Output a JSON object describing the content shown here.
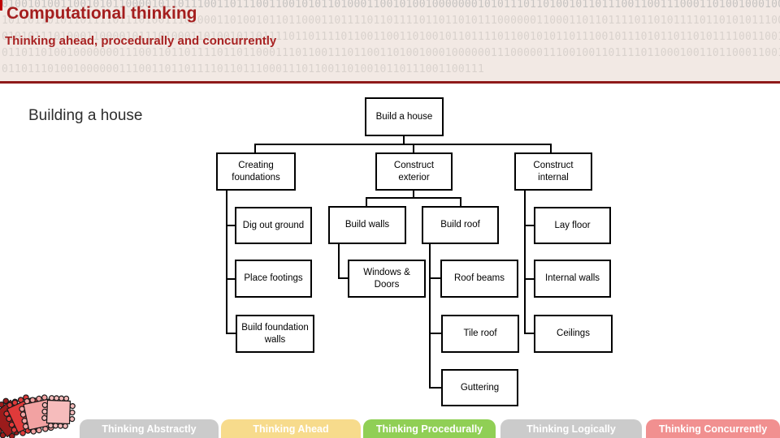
{
  "header": {
    "title": "Computational thinking",
    "subtitle": "Thinking ahead, procedurally and concurrently",
    "binary_rows": [
      "01001010011001010110000101101110011011100110010101101000110010100100000001010111011010010110111001100111000110100100010000001",
      "10110110101101111011101001110100011010010110110001101111011011110110110101110000001100011011011110110101111011010101110000011",
      "01010111010001100001011101000110100101101111011011110110011001101001011011110110010101101110010111010110110101111001100110011",
      "01101101001000000011100110110111101101100011101100111011001101001000100000011100000111001001101111011000100110110001100101101",
      "01101110100100000011100110110111101101110001110110011010010110111001100111"
    ]
  },
  "main": {
    "heading": "Building a house"
  },
  "diagram": {
    "root": {
      "label": "Build a house",
      "children": [
        {
          "label": "Creating foundations",
          "children": [
            {
              "label": "Dig out ground"
            },
            {
              "label": "Place footings"
            },
            {
              "label": "Build foundation walls"
            }
          ]
        },
        {
          "label": "Construct exterior",
          "children": [
            {
              "label": "Build walls",
              "children": [
                {
                  "label": "Windows & Doors"
                }
              ]
            },
            {
              "label": "Build roof",
              "children": [
                {
                  "label": "Roof beams"
                },
                {
                  "label": "Tile roof"
                },
                {
                  "label": "Guttering"
                }
              ]
            }
          ]
        },
        {
          "label": "Construct internal",
          "children": [
            {
              "label": "Lay floor"
            },
            {
              "label": "Internal walls"
            },
            {
              "label": "Ceilings"
            }
          ]
        }
      ]
    }
  },
  "footer": {
    "tabs": [
      {
        "label": "Thinking Abstractly",
        "color": "#cbcbcb"
      },
      {
        "label": "Thinking Ahead",
        "color": "#f7db8c"
      },
      {
        "label": "Thinking Procedurally",
        "color": "#90cf55"
      },
      {
        "label": "Thinking Logically",
        "color": "#cbcbcb"
      },
      {
        "label": "Thinking Concurrently",
        "color": "#f19090"
      }
    ]
  },
  "colors": {
    "accent_dark_red": "#a41e1e",
    "divider_red": "#8f1a1a",
    "header_background": "#f2e9e4"
  },
  "decor": {
    "illustration": "circuit-chips"
  }
}
